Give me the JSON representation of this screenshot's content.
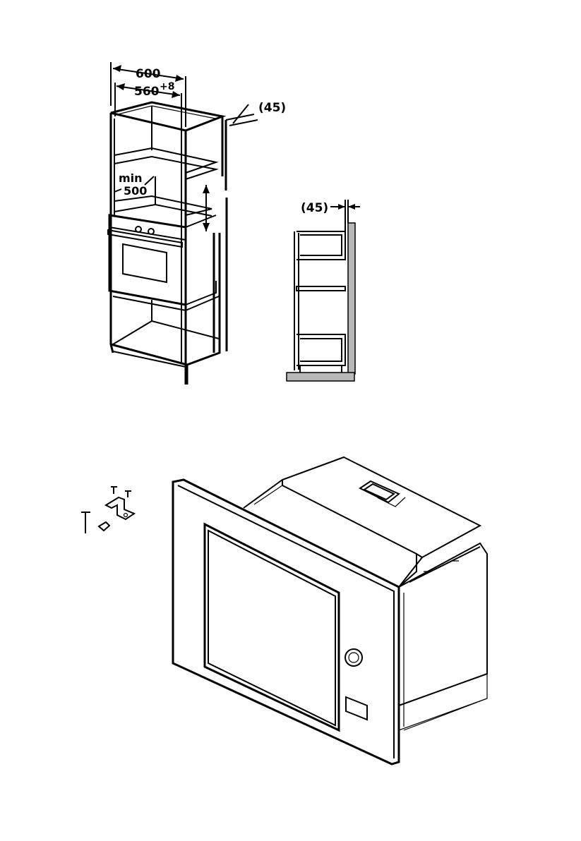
{
  "cabinet_diagram": {
    "labels": {
      "outer_width": "600",
      "inner_width": "560",
      "inner_width_tolerance": "+8",
      "min_label": "min",
      "min_depth": "500",
      "top_gap": "(45)"
    }
  },
  "side_view_diagram": {
    "labels": {
      "rear_gap": "(45)"
    }
  },
  "microwave_diagram": {
    "parts": [
      "screw",
      "bracket",
      "long-screw",
      "cap"
    ]
  }
}
